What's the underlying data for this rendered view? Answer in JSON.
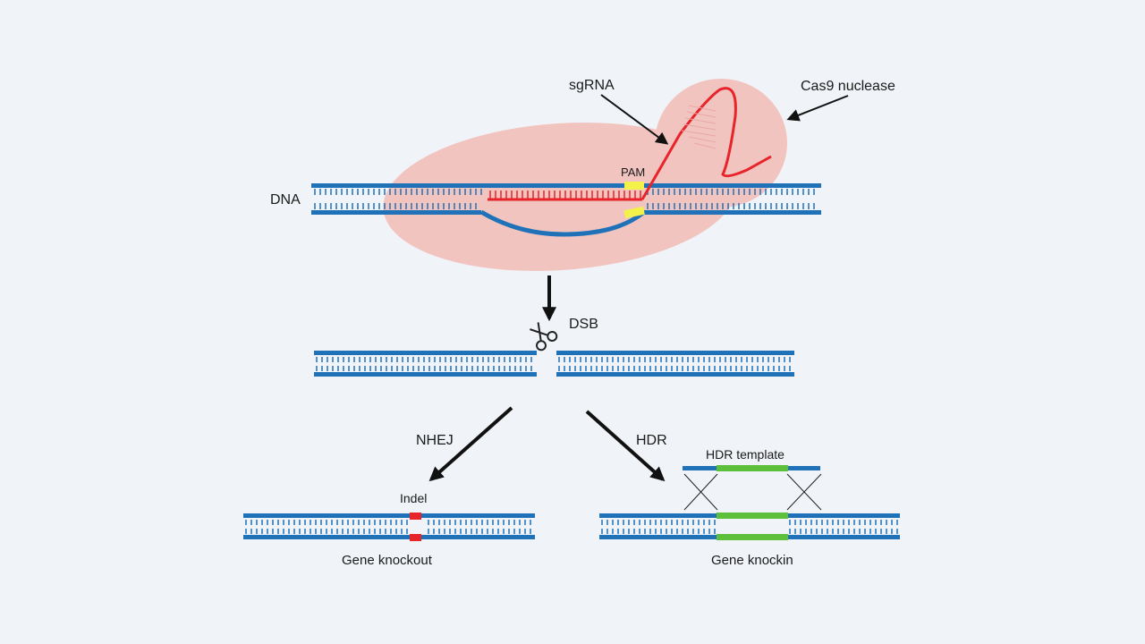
{
  "labels": {
    "sgrna": "sgRNA",
    "cas9": "Cas9 nuclease",
    "pam": "PAM",
    "dna": "DNA",
    "dsb": "DSB",
    "nhej": "NHEJ",
    "hdr": "HDR",
    "hdr_template": "HDR template",
    "indel": "Indel",
    "gene_knockout": "Gene knockout",
    "gene_knockin": "Gene knockin"
  },
  "colors": {
    "background": "#f0f3f7",
    "dna_strand": "#1f72b8",
    "cas9_protein": "#f2c4c0",
    "sgrna": "#e8242b",
    "pam": "#f2f24a",
    "indel": "#e8242b",
    "hdr_insert": "#5cc03a",
    "arrow": "#111111"
  },
  "icons": {
    "dsb_cut": "scissors-icon"
  }
}
